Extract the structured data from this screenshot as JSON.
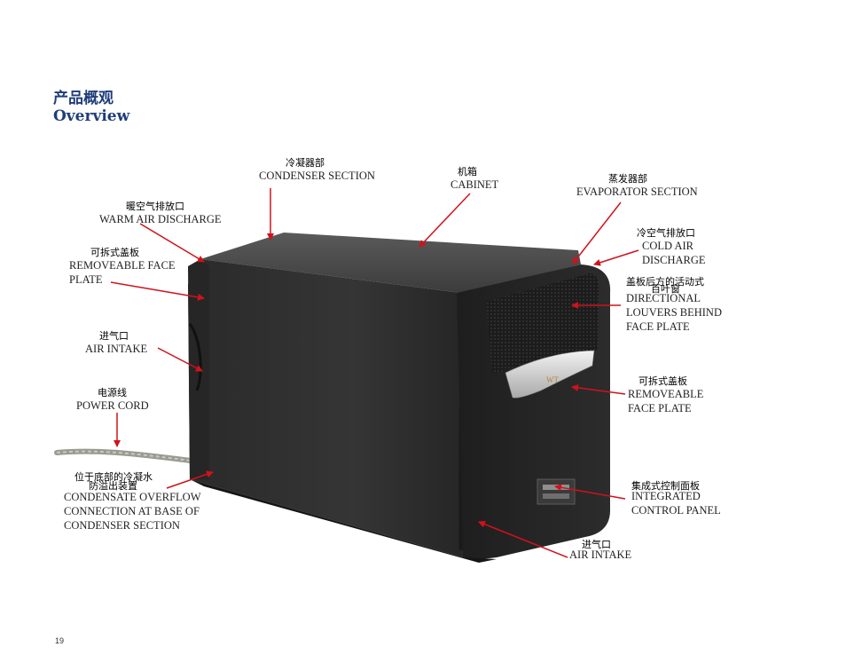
{
  "title": {
    "cn": "产品概观",
    "en": "Overview"
  },
  "product_logo": "WT",
  "labels": {
    "condenser": {
      "cn": "冷凝器部",
      "en": "CONDENSER SECTION"
    },
    "cabinet": {
      "cn": "机箱",
      "en": "CABINET"
    },
    "evaporator": {
      "cn": "蒸发器部",
      "en": "EVAPORATOR SECTION"
    },
    "warm_air": {
      "cn": "暖空气排放口",
      "en": "WARM AIR DISCHARGE"
    },
    "cold_air": {
      "cn": "冷空气排放口",
      "en1": "COLD AIR",
      "en2": "DISCHARGE"
    },
    "faceplate_left": {
      "cn": "可拆式盖板",
      "en1": "REMOVEABLE FACE",
      "en2": "PLATE"
    },
    "louvers": {
      "cn1": "盖板后方的活动式",
      "cn2": "百叶窗",
      "en1": "DIRECTIONAL",
      "en2": "LOUVERS BEHIND",
      "en3": "FACE PLATE"
    },
    "air_intake_left": {
      "cn": "进气口",
      "en": "AIR INTAKE"
    },
    "faceplate_right": {
      "cn": "可拆式盖板",
      "en1": "REMOVEABLE",
      "en2": "FACE PLATE"
    },
    "power_cord": {
      "cn": "电源线",
      "en": "POWER CORD"
    },
    "overflow": {
      "cn1": "位于底部的冷凝水",
      "cn2": "防溢出装置",
      "en1": "CONDENSATE OVERFLOW",
      "en2": "CONNECTION AT BASE OF",
      "en3": "CONDENSER SECTION"
    },
    "control_panel": {
      "cn": "集成式控制面板",
      "en1": "INTEGRATED",
      "en2": "CONTROL PANEL"
    },
    "air_intake_bottom": {
      "cn": "进气口",
      "en": "AIR INTAKE"
    }
  },
  "colors": {
    "title": "#1f3d7a",
    "arrow": "#d0121b",
    "unit_body": "#2e2e2e",
    "unit_top": "#4a4a4a"
  },
  "page_number": "19"
}
